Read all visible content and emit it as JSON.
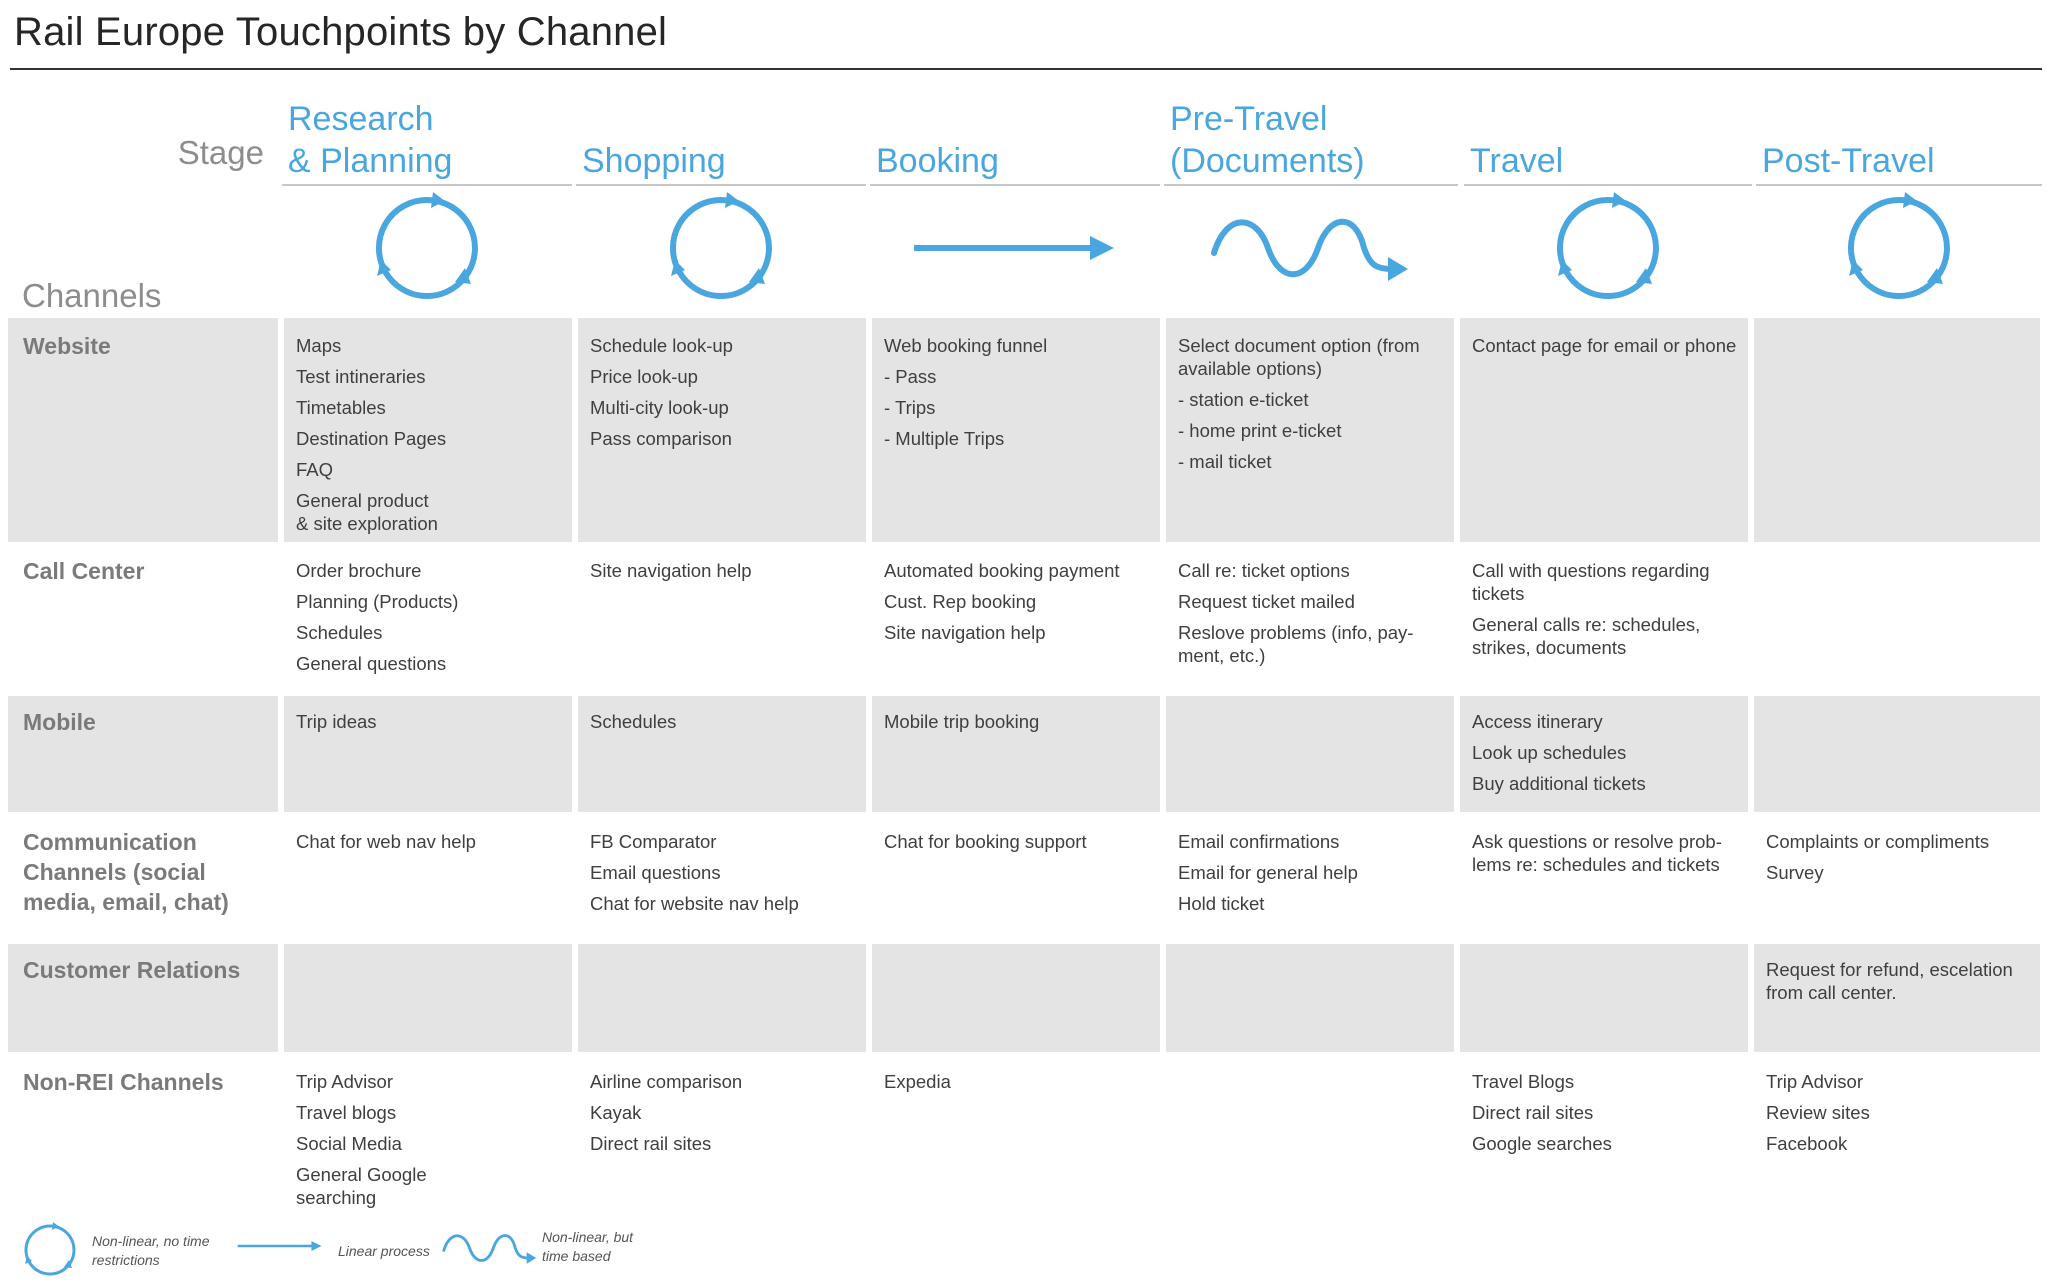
{
  "title": "Rail Europe Touchpoints by Channel",
  "stage_label": "Stage",
  "channels_label": "Channels",
  "colors": {
    "accent": "#4aa6de",
    "band": "#e4e4e4",
    "label": "#7a7a7a"
  },
  "stages": [
    {
      "label": "Research\n& Planning",
      "icon": "circular-arrows-icon"
    },
    {
      "label": "Shopping",
      "icon": "circular-arrows-icon"
    },
    {
      "label": "Booking",
      "icon": "straight-arrow-icon"
    },
    {
      "label": "Pre-Travel\n(Documents)",
      "icon": "wave-arrow-icon"
    },
    {
      "label": "Travel",
      "icon": "circular-arrows-icon"
    },
    {
      "label": "Post-Travel",
      "icon": "circular-arrows-icon"
    }
  ],
  "rows": [
    {
      "label": "Website",
      "cells": [
        [
          "Maps",
          "Test intineraries",
          "Timetables",
          "Destination Pages",
          "FAQ",
          "General product\n& site exploration"
        ],
        [
          "Schedule look-up",
          "Price look-up",
          "Multi-city look-up",
          "Pass comparison"
        ],
        [
          "Web booking funnel",
          "- Pass",
          "- Trips",
          "- Multiple Trips"
        ],
        [
          "Select document option (from\navailable options)",
          "- station e-ticket",
          "- home print e-ticket",
          "- mail ticket"
        ],
        [
          "Contact page for email or phone"
        ],
        []
      ]
    },
    {
      "label": "Call Center",
      "cells": [
        [
          "Order brochure",
          "Planning (Products)",
          "Schedules",
          "General questions"
        ],
        [
          "Site navigation help"
        ],
        [
          "Automated booking payment",
          "Cust. Rep booking",
          "Site navigation help"
        ],
        [
          "Call re: ticket options",
          "Request ticket mailed",
          "Reslove problems (info, pay-\nment, etc.)"
        ],
        [
          "Call with questions regarding\ntickets",
          "General calls re: schedules,\nstrikes, documents"
        ],
        []
      ]
    },
    {
      "label": "Mobile",
      "cells": [
        [
          "Trip ideas"
        ],
        [
          "Schedules"
        ],
        [
          "Mobile trip booking"
        ],
        [],
        [
          "Access itinerary",
          "Look up schedules",
          "Buy additional tickets"
        ],
        []
      ]
    },
    {
      "label": "Communication Channels (social media, email, chat)",
      "cells": [
        [
          "Chat for web nav help"
        ],
        [
          "FB Comparator",
          "Email questions",
          "Chat for website nav help"
        ],
        [
          "Chat for booking support"
        ],
        [
          "Email confirmations",
          "Email for general help",
          "Hold ticket"
        ],
        [
          "Ask questions or resolve prob-\nlems re: schedules and tickets"
        ],
        [
          "Complaints or compliments",
          "Survey"
        ]
      ]
    },
    {
      "label": "Customer Relations",
      "cells": [
        [],
        [],
        [],
        [],
        [],
        [
          "Request for refund, escelation\nfrom call center."
        ]
      ]
    },
    {
      "label": "Non-REI Channels",
      "cells": [
        [
          "Trip Advisor",
          "Travel blogs",
          "Social Media",
          "General Google\nsearching"
        ],
        [
          "Airline comparison",
          "Kayak",
          "Direct rail sites"
        ],
        [
          "Expedia"
        ],
        [],
        [
          "Travel Blogs",
          "Direct rail sites",
          "Google searches"
        ],
        [
          "Trip Advisor",
          "Review sites",
          "Facebook"
        ]
      ]
    }
  ],
  "legend": [
    {
      "icon": "circular-arrows-icon",
      "label": "Non-linear, no time\nrestrictions"
    },
    {
      "icon": "straight-arrow-icon",
      "label": "Linear process"
    },
    {
      "icon": "wave-arrow-icon",
      "label": "Non-linear, but\ntime based"
    }
  ]
}
